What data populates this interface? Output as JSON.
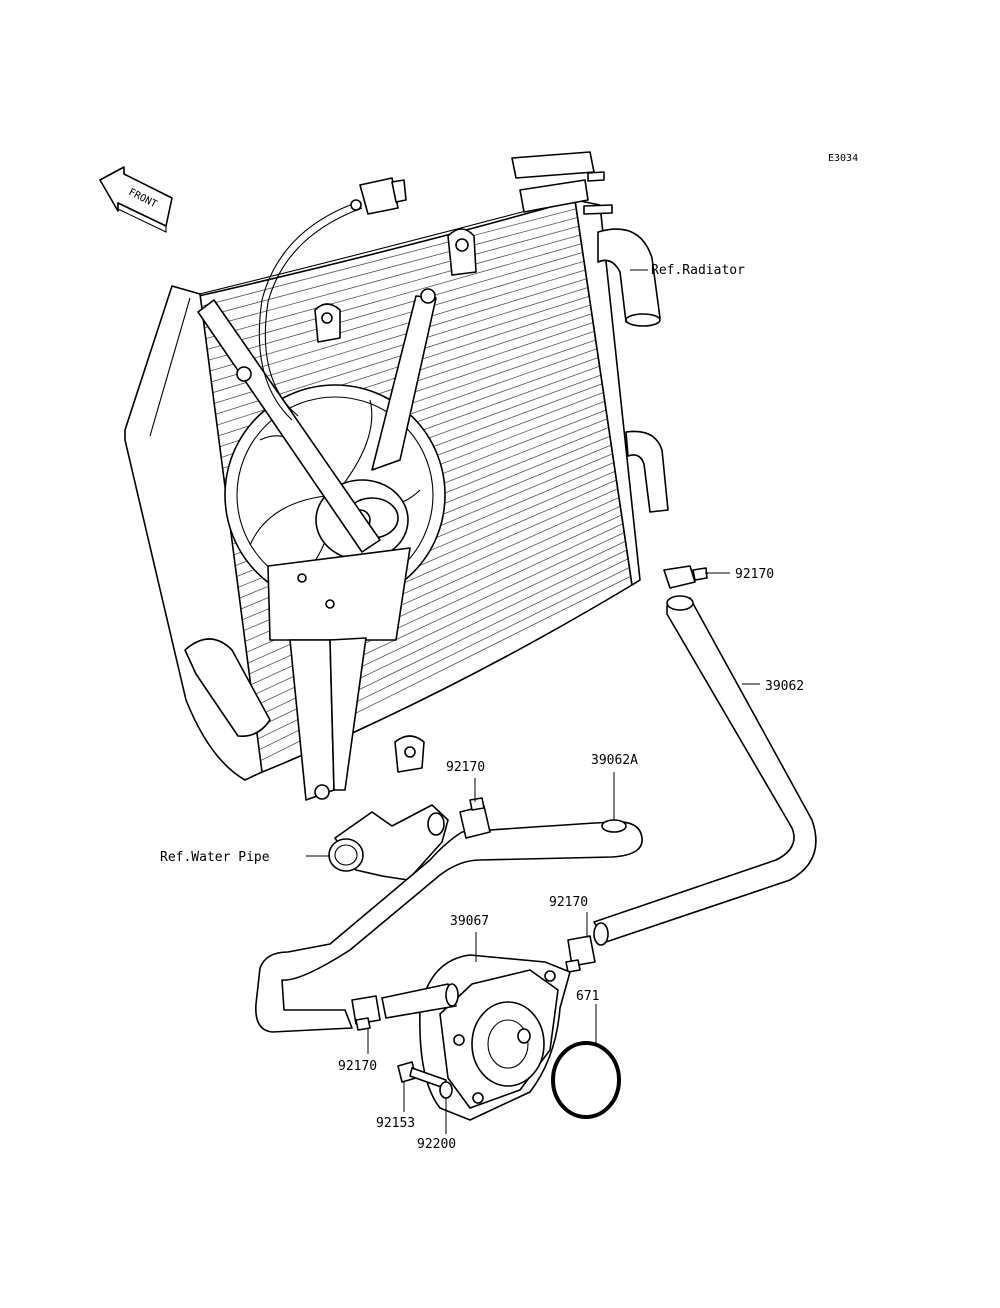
{
  "diagram_id": "E3034",
  "front_arrow": {
    "text": "FRONT"
  },
  "labels": {
    "ref_radiator": "Ref.Radiator",
    "ref_water_pipe": "Ref.Water Pipe",
    "clamp_upper": "92170",
    "hose_main": "39062",
    "clamp_mid": "92170",
    "hose_a": "39062A",
    "clamp_right": "92170",
    "cooler": "39067",
    "oring": "671",
    "clamp_left": "92170",
    "bolt": "92153",
    "washer": "92200"
  }
}
